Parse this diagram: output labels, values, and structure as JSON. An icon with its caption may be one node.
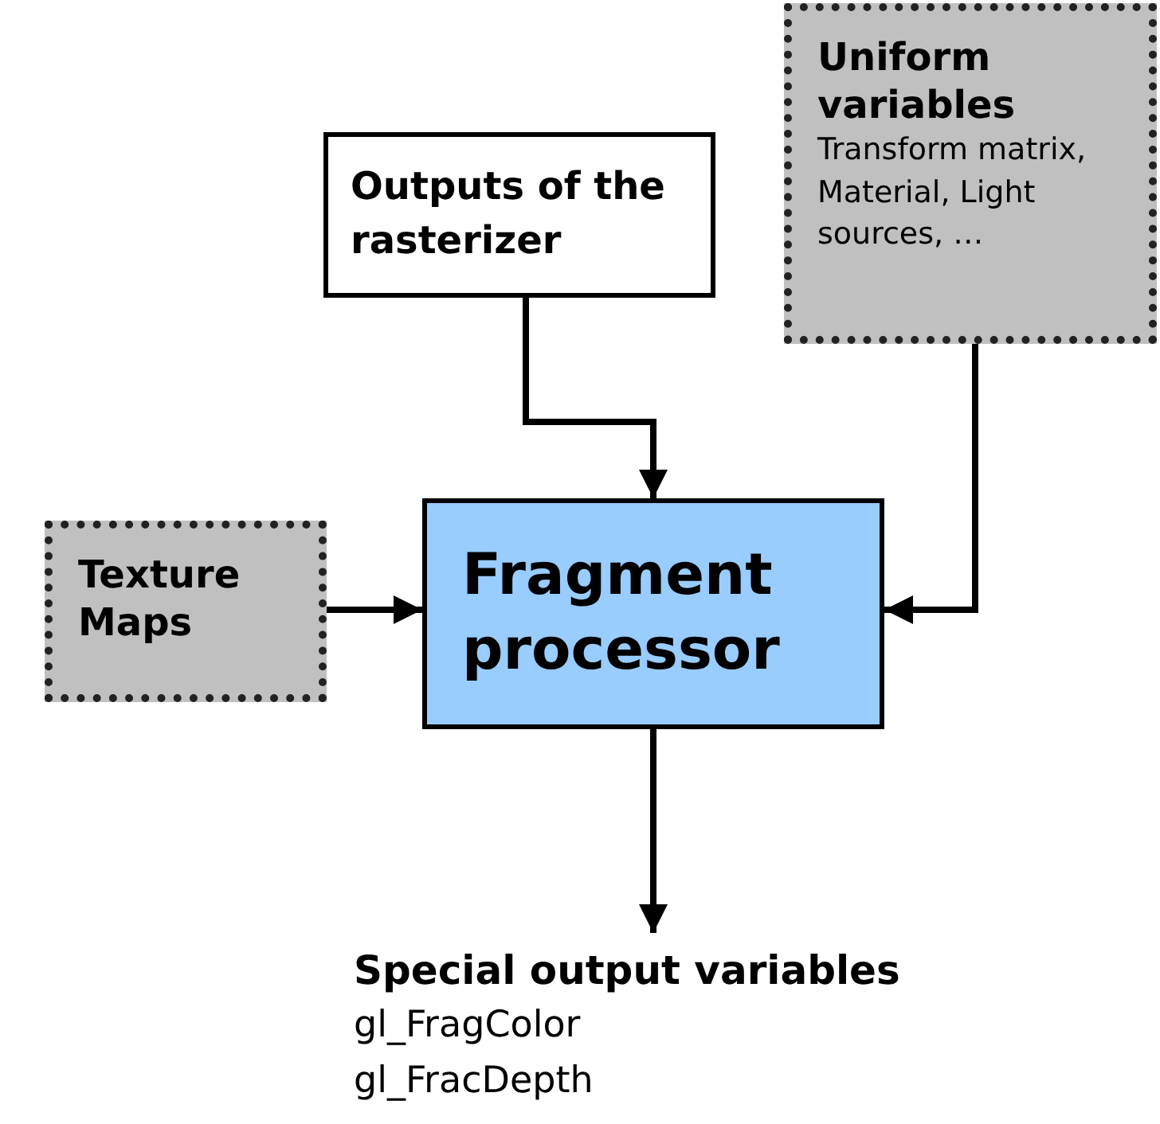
{
  "diagram": {
    "nodes": [
      {
        "text": [
          "Outputs of the rasterizer"
        ]
      },
      {
        "text": [
          "Uniform variables",
          "Transform matrix, Material, Light sources, …"
        ]
      },
      {
        "text": [
          "Texture Maps"
        ]
      },
      {
        "text": [
          "Fragment processor"
        ]
      },
      {
        "text": [
          "Special output variables",
          "gl_FragColor gl_FracDepth"
        ]
      }
    ],
    "edges": [
      {
        "from": 0,
        "to": 3,
        "arrow": "to"
      },
      {
        "from": 1,
        "to": 3,
        "arrow": "to"
      },
      {
        "from": 2,
        "to": 3,
        "arrow": "to"
      },
      {
        "from": 3,
        "to": 4,
        "arrow": "to"
      }
    ]
  }
}
